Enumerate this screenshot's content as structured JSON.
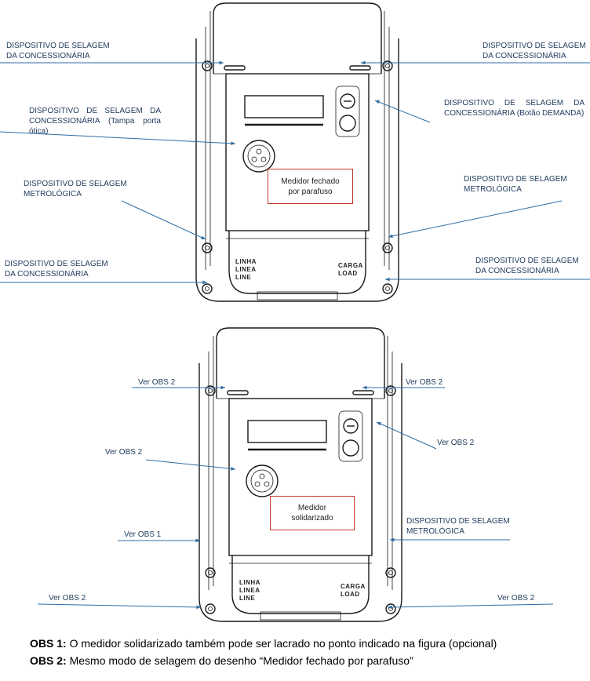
{
  "top_diagram": {
    "labels": {
      "seal_top_left": [
        "DISPOSITIVO DE SELAGEM",
        "DA CONCESSIONÁRIA"
      ],
      "seal_top_right": [
        "DISPOSITIVO DE SELAGEM",
        "DA CONCESSIONÁRIA"
      ],
      "seal_optical": [
        "DISPOSITIVO DE SELAGEM DA",
        "CONCESSIONÁRIA (Tampa porta ótica)"
      ],
      "seal_demand": [
        "DISPOSITIVO DE SELAGEM DA",
        "CONCESSIONÁRIA (Botão DEMANDA)"
      ],
      "metro_left": [
        "DISPOSITIVO DE SELAGEM",
        "METROLÓGICA"
      ],
      "metro_right": [
        "DISPOSITIVO DE SELAGEM",
        "METROLÓGICA"
      ],
      "seal_bottom_left": [
        "DISPOSITIVO DE SELAGEM",
        "DA CONCESSIONÁRIA"
      ],
      "seal_bottom_right": [
        "DISPOSITIVO DE SELAGEM",
        "DA CONCESSIONÁRIA"
      ]
    },
    "box_text": [
      "Medidor fechado",
      "por parafuso"
    ]
  },
  "bottom_diagram": {
    "labels": {
      "obs2_top_left": "Ver OBS 2",
      "obs2_top_right": "Ver OBS 2",
      "obs2_demand": "Ver OBS 2",
      "obs2_optical": "Ver OBS 2",
      "obs1_left": "Ver OBS 1",
      "metro_right": [
        "DISPOSITIVO DE SELAGEM",
        "METROLÓGICA"
      ],
      "obs2_bottom_left": "Ver OBS 2",
      "obs2_bottom_right": "Ver OBS 2"
    },
    "box_text": [
      "Medidor",
      "solidarizado"
    ]
  },
  "meter_markings": {
    "line": [
      "LINHA",
      "LINEA",
      "LINE"
    ],
    "load": [
      "CARGA",
      "LOAD"
    ]
  },
  "notes": {
    "obs1_label": "OBS 1:",
    "obs1_text": " O medidor solidarizado também pode ser lacrado no ponto indicado na figura (opcional)",
    "obs2_label": "OBS 2:",
    "obs2_text": " Mesmo modo de selagem do desenho “Medidor fechado por parafuso”"
  },
  "colors": {
    "leader": "#2e6da4",
    "label_text": "#1f3a5c",
    "box_border": "#c0392b",
    "drawing": "#1a1a1a"
  }
}
